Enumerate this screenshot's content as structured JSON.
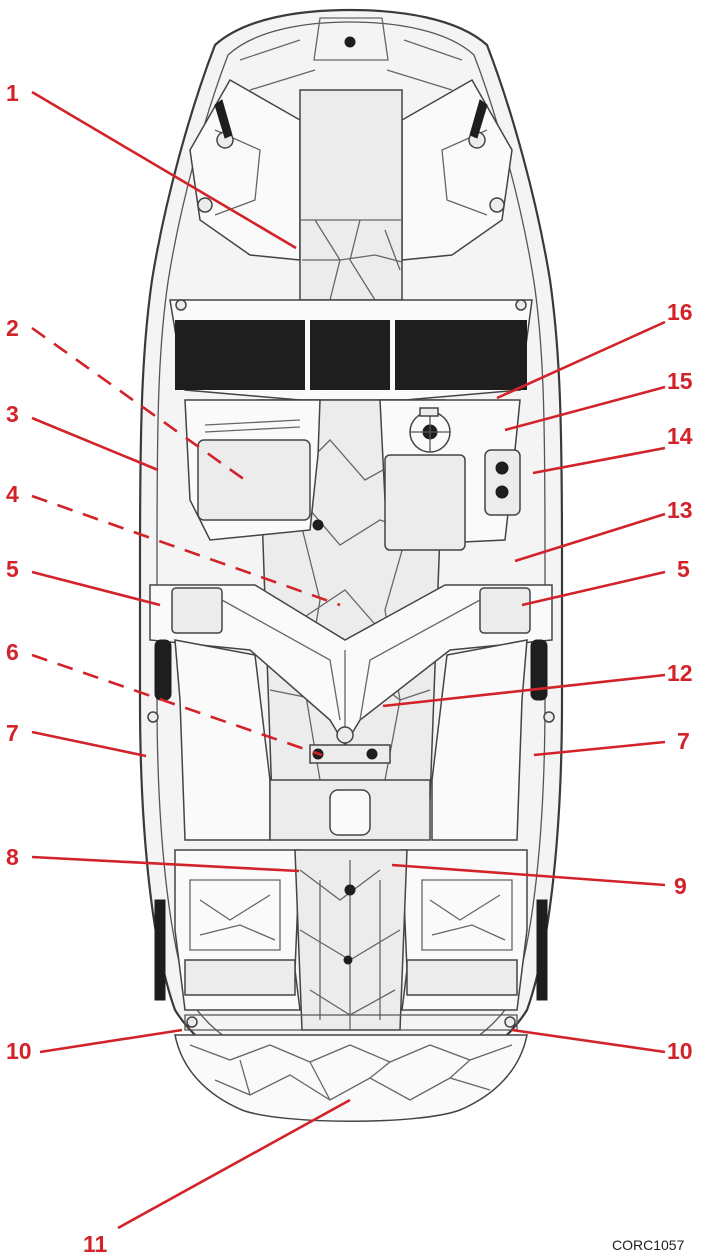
{
  "diagram": {
    "image_code": "CORC1057",
    "callouts": [
      {
        "id": "c1",
        "label": "1"
      },
      {
        "id": "c2",
        "label": "2"
      },
      {
        "id": "c3",
        "label": "3"
      },
      {
        "id": "c4",
        "label": "4"
      },
      {
        "id": "c5l",
        "label": "5"
      },
      {
        "id": "c5r",
        "label": "5"
      },
      {
        "id": "c6",
        "label": "6"
      },
      {
        "id": "c7l",
        "label": "7"
      },
      {
        "id": "c7r",
        "label": "7"
      },
      {
        "id": "c8",
        "label": "8"
      },
      {
        "id": "c9",
        "label": "9"
      },
      {
        "id": "c10l",
        "label": "10"
      },
      {
        "id": "c10r",
        "label": "10"
      },
      {
        "id": "c11",
        "label": "11"
      },
      {
        "id": "c12",
        "label": "12"
      },
      {
        "id": "c13",
        "label": "13"
      },
      {
        "id": "c14",
        "label": "14"
      },
      {
        "id": "c15",
        "label": "15"
      },
      {
        "id": "c16",
        "label": "16"
      }
    ],
    "colors": {
      "callout": "#d2232a",
      "outline": "#3a3a3a",
      "background": "#ffffff"
    }
  }
}
